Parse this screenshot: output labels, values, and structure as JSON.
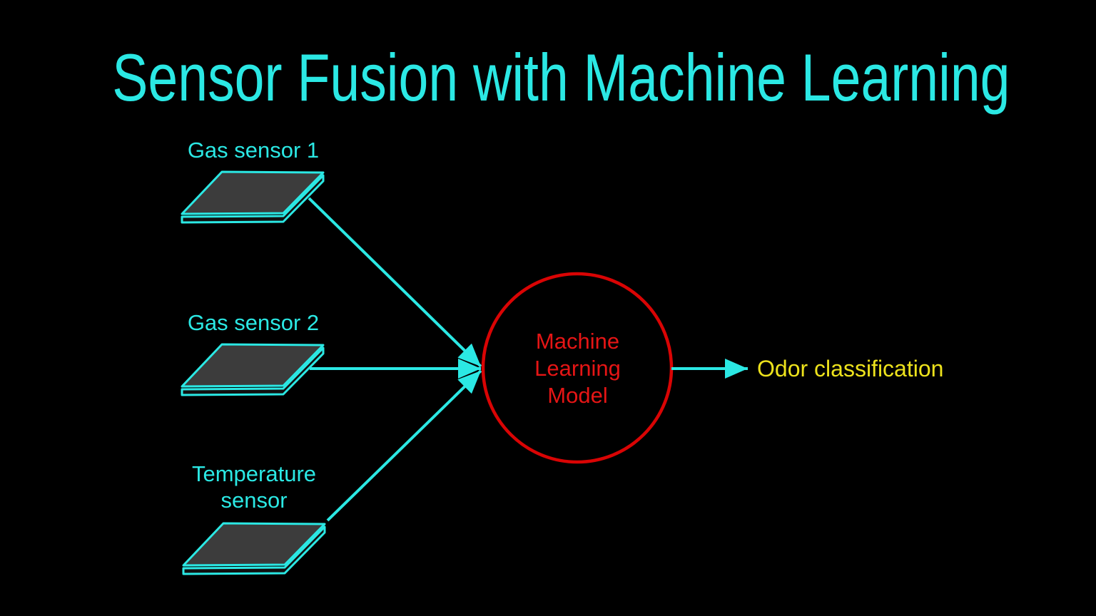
{
  "slide": {
    "title": "Sensor Fusion with Machine Learning"
  },
  "colors": {
    "background": "#000000",
    "accent_cyan": "#2BE8E4",
    "circle_red": "#D90404",
    "model_text_red": "#E51515",
    "output_text_yellow": "#EDE21C",
    "plate_fill_gray": "#3C3C3C"
  },
  "sensors": [
    {
      "label": "Gas sensor 1"
    },
    {
      "label": "Gas sensor 2"
    },
    {
      "label": "Temperature sensor"
    }
  ],
  "model": {
    "lines": [
      "Machine",
      "Learning",
      "Model"
    ]
  },
  "output": {
    "label": "Odor classification"
  }
}
